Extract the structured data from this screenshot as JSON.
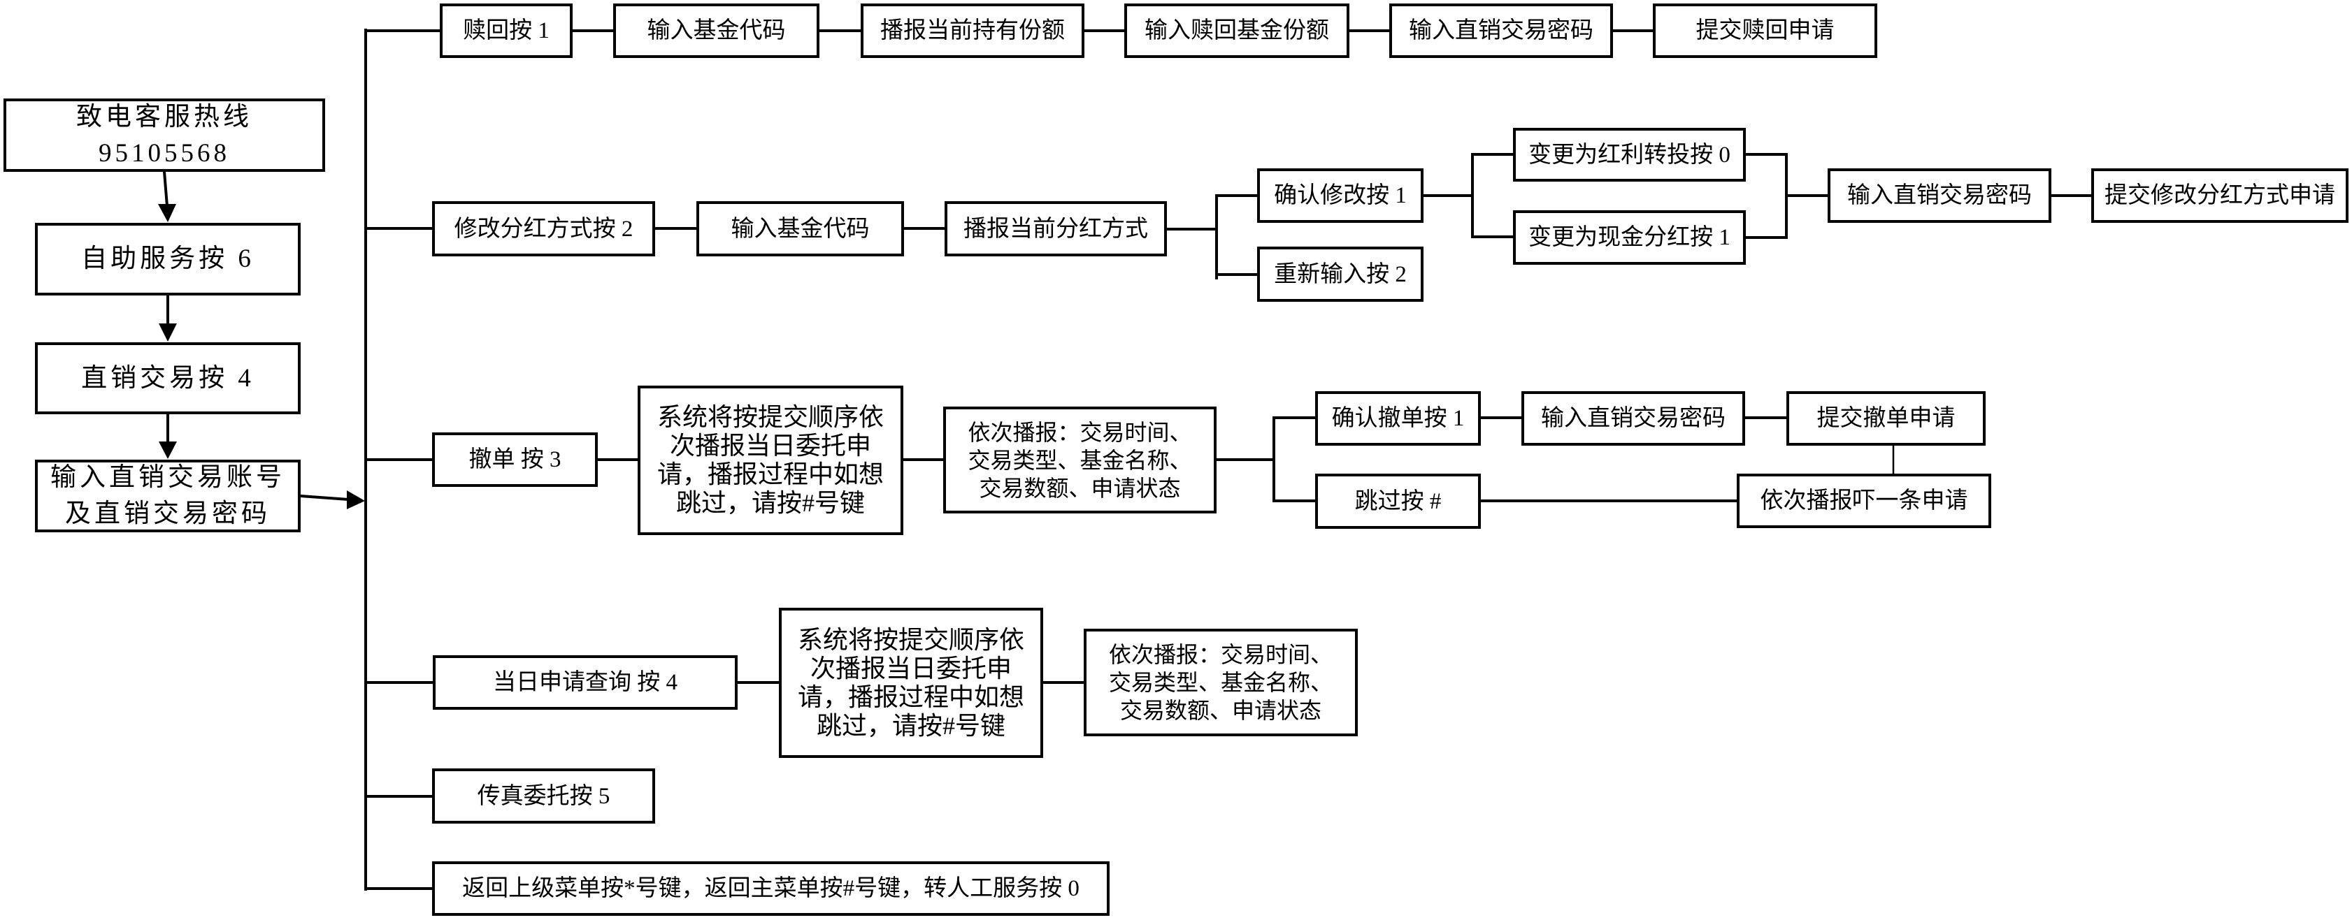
{
  "colors": {
    "stroke": "#000000",
    "background": "#ffffff"
  },
  "left_column": {
    "hotline": {
      "lines": [
        "致电客服热线",
        "95105568"
      ]
    },
    "self_service": "自助服务按 6",
    "direct_trade": "直销交易按 4",
    "login": {
      "lines": [
        "输入直销交易账号",
        "及直销交易密码"
      ]
    }
  },
  "redeem": {
    "steps": [
      "赎回按 1",
      "输入基金代码",
      "播报当前持有份额",
      "输入赎回基金份额",
      "输入直销交易密码",
      "提交赎回申请"
    ]
  },
  "dividend": {
    "steps": [
      "修改分红方式按 2",
      "输入基金代码",
      "播报当前分红方式"
    ],
    "confirm": "确认修改按 1",
    "reenter": "重新输入按 2",
    "option_reinvest": "变更为红利转投按 0",
    "option_cash": "变更为现金分红按 1",
    "password": "输入直销交易密码",
    "submit": "提交修改分红方式申请"
  },
  "cancel": {
    "entry": "撤单 按 3",
    "system_note": [
      "系统将按提交顺序依",
      "次播报当日委托申",
      "请，播报过程中如想",
      "跳过，请按#号键"
    ],
    "broadcast": [
      "依次播报：交易时间、",
      "交易类型、基金名称、",
      "交易数额、申请状态"
    ],
    "confirm": "确认撤单按 1",
    "skip": "跳过按 #",
    "password": "输入直销交易密码",
    "submit": "提交撤单申请",
    "next": "依次播报吓一条申请"
  },
  "query": {
    "entry": "当日申请查询 按 4",
    "system_note": [
      "系统将按提交顺序依",
      "次播报当日委托申",
      "请，播报过程中如想",
      "跳过，请按#号键"
    ],
    "broadcast": [
      "依次播报：交易时间、",
      "交易类型、基金名称、",
      "交易数额、申请状态"
    ]
  },
  "fax": {
    "entry": "传真委托按 5"
  },
  "navigation": {
    "entry": "返回上级菜单按*号键，返回主菜单按#号键，转人工服务按 0"
  }
}
